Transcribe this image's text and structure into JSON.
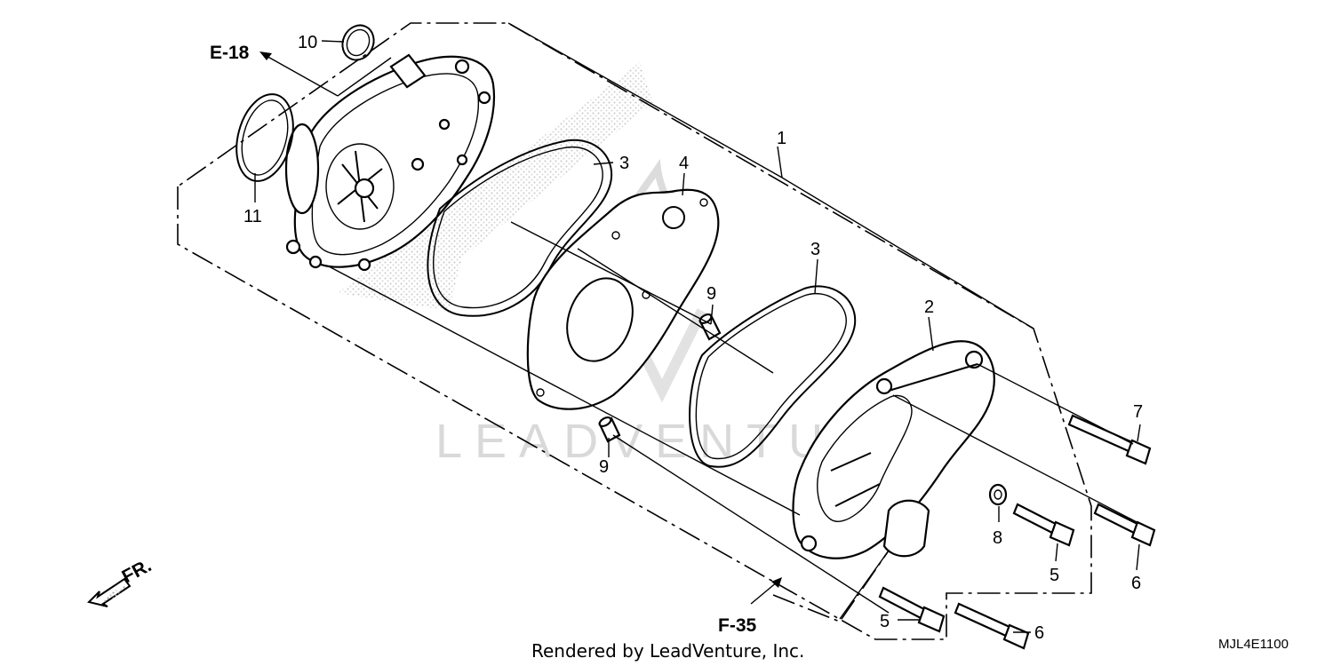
{
  "diagram": {
    "refs": {
      "e18": "E-18",
      "f35": "F-35",
      "fr": "FR."
    },
    "callouts": {
      "c1": "1",
      "c2": "2",
      "c3a": "3",
      "c3b": "3",
      "c4": "4",
      "c5a": "5",
      "c5b": "5",
      "c6a": "6",
      "c6b": "6",
      "c7": "7",
      "c8": "8",
      "c9a": "9",
      "c9b": "9",
      "c10": "10",
      "c11": "11"
    },
    "watermark": "LEADVENTURE",
    "footer": "Rendered by LeadVenture, Inc.",
    "code": "MJL4E1100"
  }
}
